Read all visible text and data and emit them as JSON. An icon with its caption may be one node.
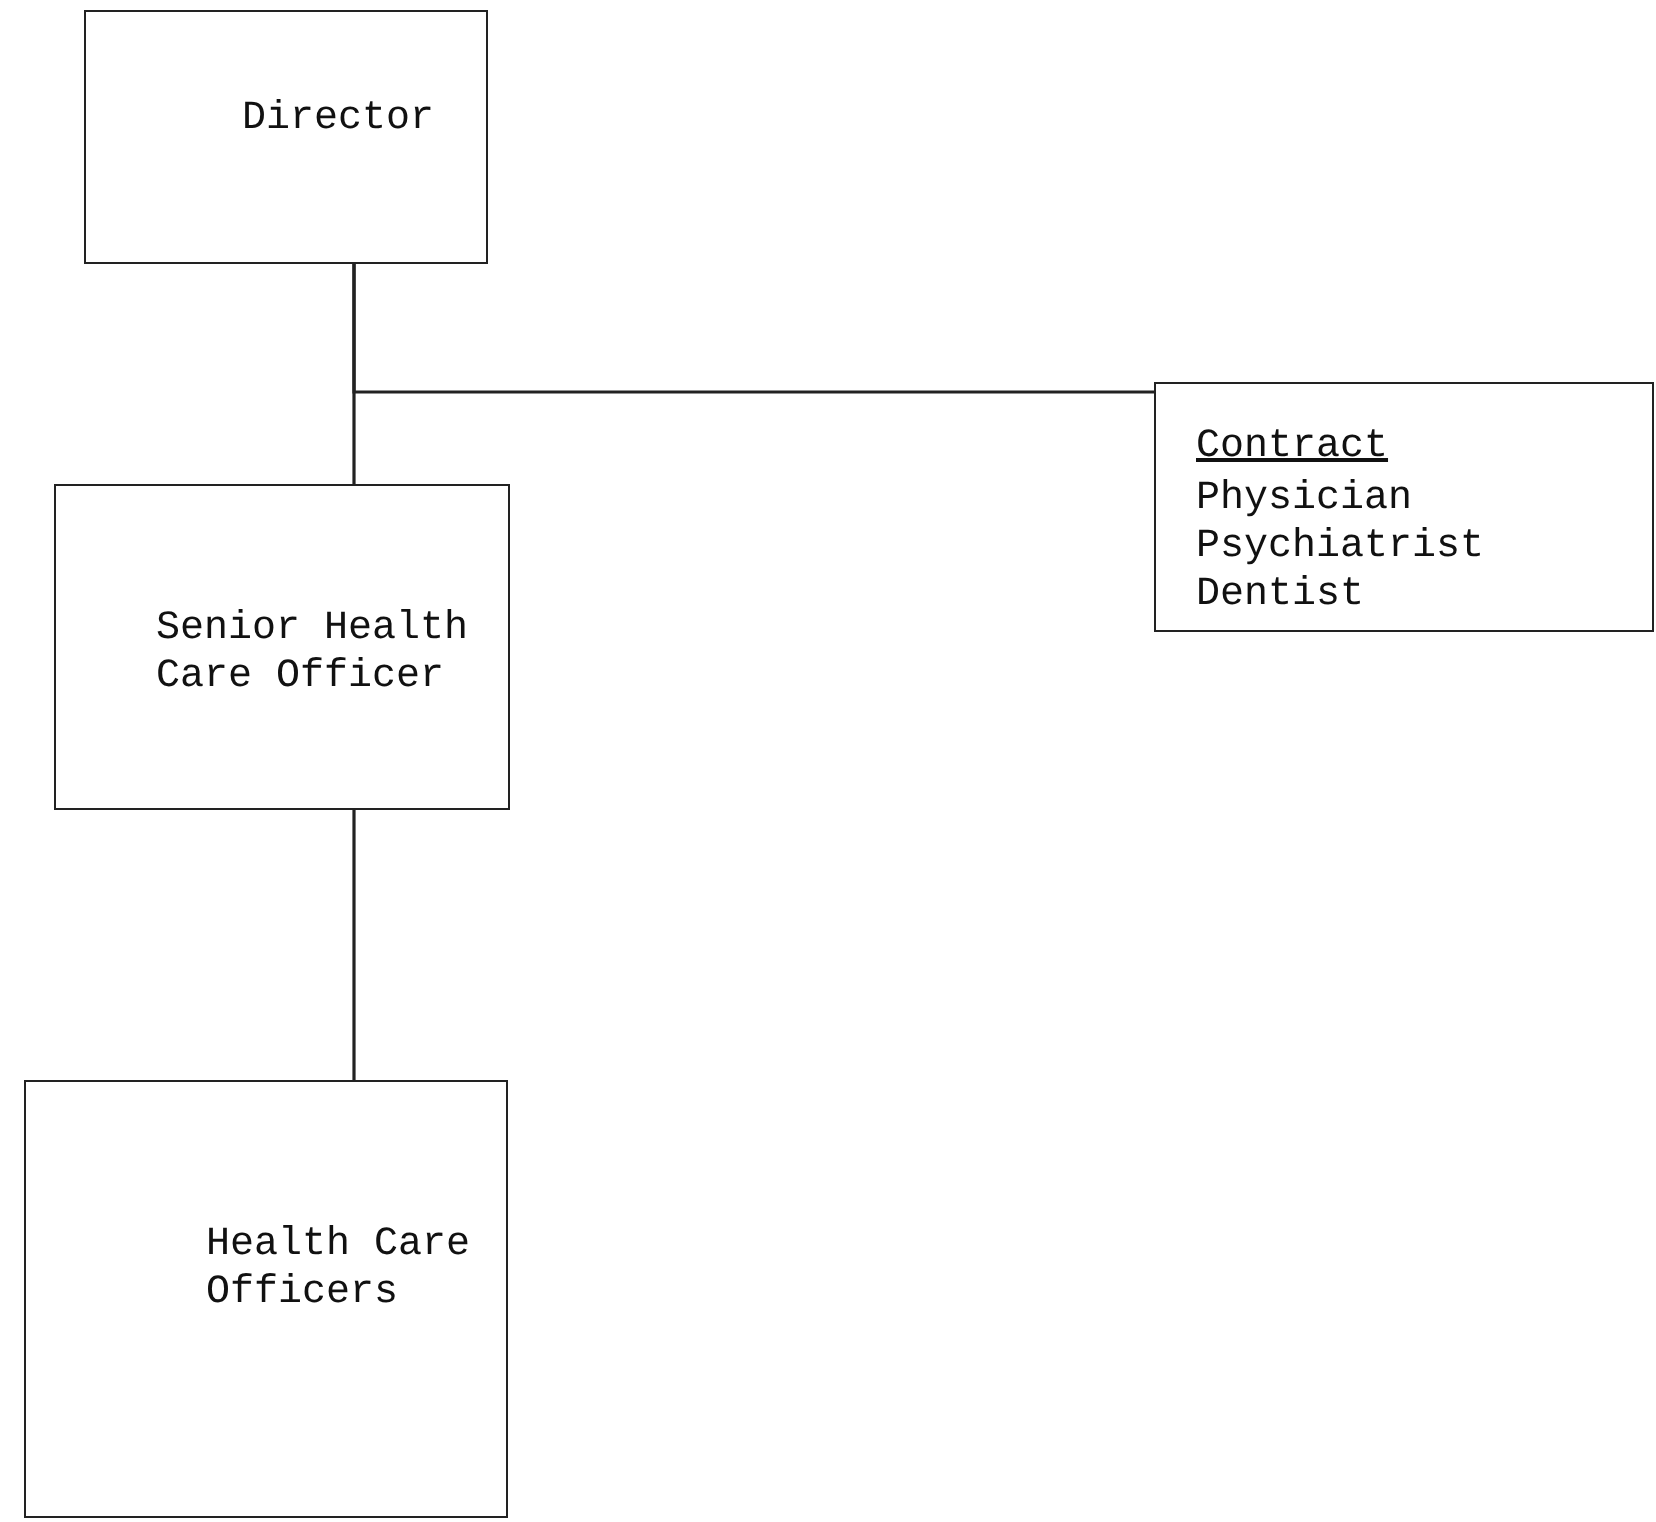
{
  "diagram": {
    "nodes": [
      {
        "text": [
          "Director"
        ]
      },
      {
        "text": [
          "Senior Health Care Officer"
        ]
      },
      {
        "text": [
          "Contract",
          "Physician Psychiatrist Dentist"
        ]
      },
      {
        "text": [
          "Health Care Officers"
        ]
      }
    ],
    "edges": [
      {
        "from": 0,
        "to": 1,
        "arrow": "none"
      },
      {
        "from": 0,
        "to": 2,
        "arrow": "none"
      },
      {
        "from": 1,
        "to": 3,
        "arrow": "none"
      }
    ]
  }
}
